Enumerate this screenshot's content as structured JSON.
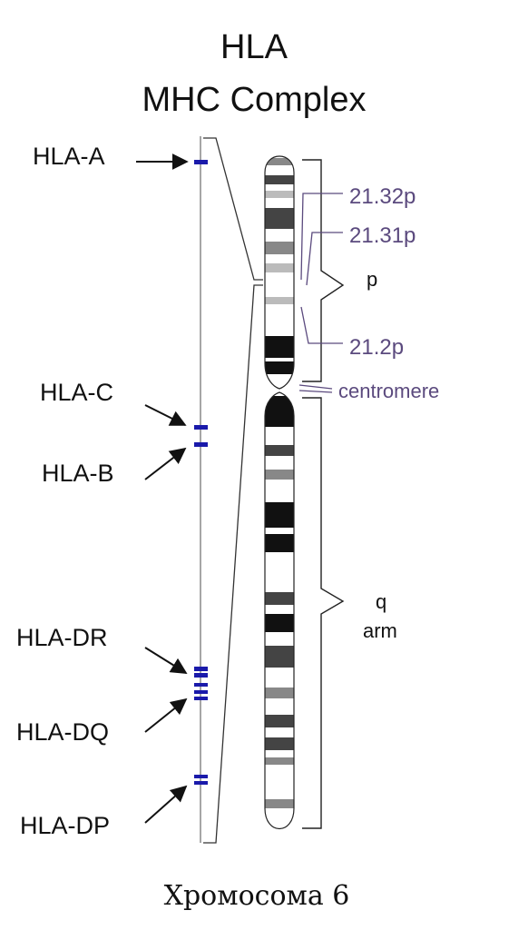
{
  "title": {
    "line1": "HLA",
    "line2": "MHC Complex"
  },
  "genes": [
    {
      "label": "HLA-A"
    },
    {
      "label": "HLA-C"
    },
    {
      "label": "HLA-B"
    },
    {
      "label": "HLA-DR"
    },
    {
      "label": "HLA-DQ"
    },
    {
      "label": "HLA-DP"
    }
  ],
  "bands": {
    "b2132": "21.32p",
    "b2131": "21.31p",
    "b212": "21.2p",
    "centromere": "centromere"
  },
  "arms": {
    "p": "p",
    "q_line1": "q",
    "q_line2": "arm"
  },
  "caption": "Хромосома 6",
  "colors": {
    "gene_marker": "#1a1aaa",
    "band_label": "#5b4a7e",
    "axis_line": "#888888",
    "text": "#111111",
    "band_dark": "#111111",
    "band_mid": "#444444",
    "band_gray": "#888888",
    "band_light": "#bbbbbb"
  }
}
